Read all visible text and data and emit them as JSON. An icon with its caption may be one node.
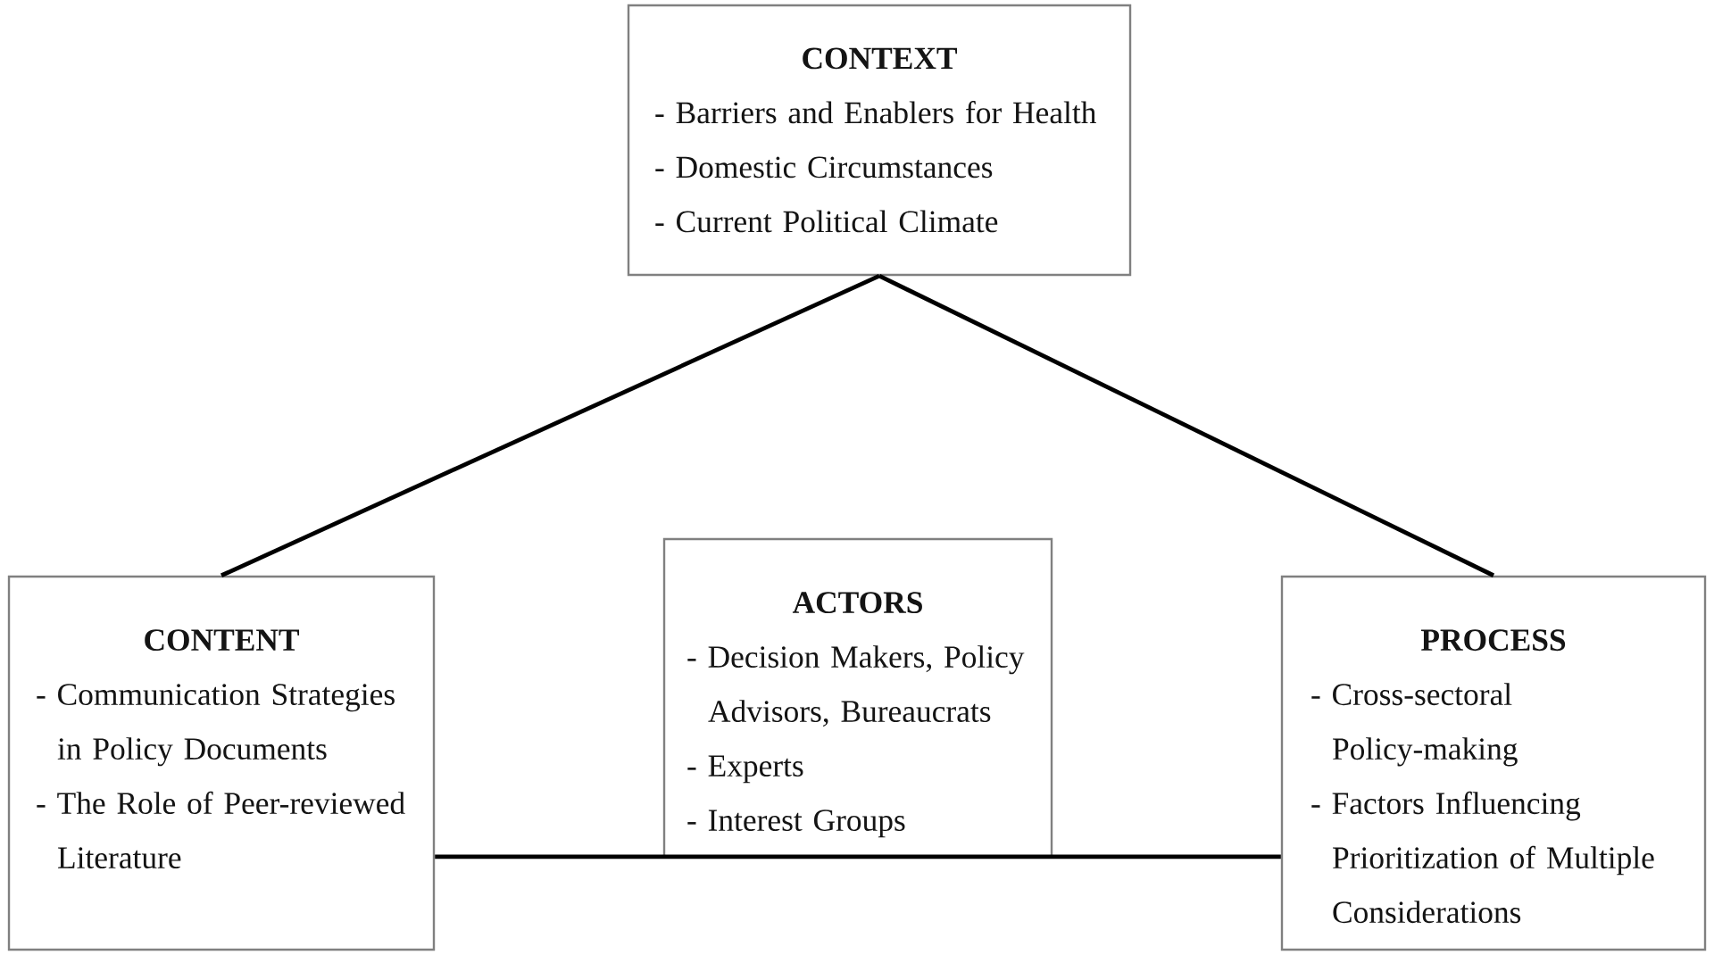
{
  "diagram": {
    "nodes": [
      {
        "text": [
          "CONTEXT",
          "- Barriers and Enablers for Health",
          "- Domestic Circumstances",
          "- Current Political Climate"
        ]
      },
      {
        "text": [
          "CONTENT",
          "- Communication Strategies in Policy Documents",
          "- The Role of Peer-reviewed Literature"
        ]
      },
      {
        "text": [
          "ACTORS",
          "- Decision Makers, Policy Advisors, Bureaucrats",
          "- Experts",
          "- Interest Groups"
        ]
      },
      {
        "text": [
          "PROCESS",
          "- Cross-sectoral Policy-making",
          "- Factors Influencing Prioritization of Multiple Considerations"
        ]
      }
    ],
    "edges": [
      {
        "from": 0,
        "to": 1,
        "arrow": "none"
      },
      {
        "from": 0,
        "to": 3,
        "arrow": "none"
      },
      {
        "from": 1,
        "to": 3,
        "arrow": "none"
      }
    ]
  }
}
